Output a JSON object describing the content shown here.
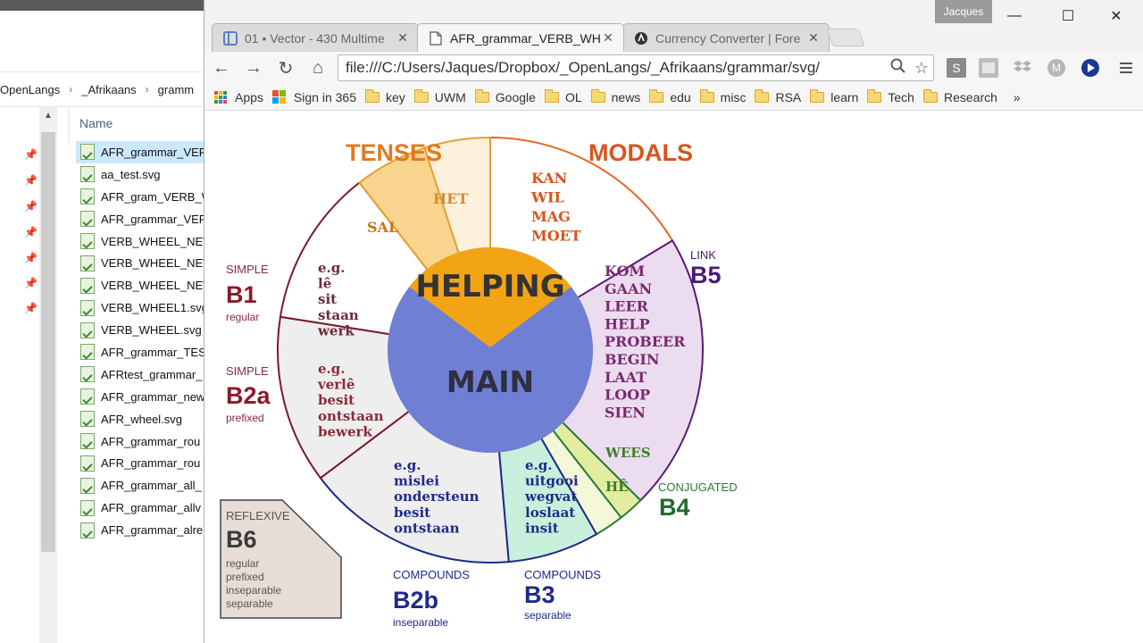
{
  "explorer": {
    "breadcrumb": [
      "OpenLangs",
      "_Afrikaans",
      "gramm"
    ],
    "column_header": "Name",
    "files": [
      "AFR_grammar_VERB",
      "aa_test.svg",
      "AFR_gram_VERB_W",
      "AFR_grammar_VER",
      "VERB_WHEEL_NEW",
      "VERB_WHEEL_NEW",
      "VERB_WHEEL_NEW",
      "VERB_WHEEL1.svg",
      "VERB_WHEEL.svg",
      "AFR_grammar_TES",
      "AFRtest_grammar_",
      "AFR_grammar_new",
      "AFR_wheel.svg",
      "AFR_grammar_rou",
      "AFR_grammar_rou",
      "AFR_grammar_all_",
      "AFR_grammar_allv",
      "AFR_grammar_alre"
    ]
  },
  "browser": {
    "profile_name": "Jacques",
    "tabs": [
      {
        "title": "01 • Vector - 430 Multime",
        "icon": "grid-icon"
      },
      {
        "title": "AFR_grammar_VERB_WHE",
        "icon": "document-icon"
      },
      {
        "title": "Currency Converter | Fore",
        "icon": "currency-icon"
      }
    ],
    "url": "file:///C:/Users/Jaques/Dropbox/_OpenLangs/_Afrikaans/grammar/svg/",
    "bookmarks": [
      "Apps",
      "Sign in 365",
      "key",
      "UWM",
      "Google",
      "OL",
      "news",
      "edu",
      "misc",
      "RSA",
      "learn",
      "Tech",
      "Research"
    ],
    "bookmarks_more": "»"
  },
  "wheel": {
    "title_tenses": "TENSES",
    "title_modals": "MODALS",
    "helping": "HELPING",
    "main": "MAIN",
    "tense_sal": "SAL",
    "tense_het": "HET",
    "modals": [
      "KAN",
      "WIL",
      "MAG",
      "MOET"
    ],
    "b5": {
      "label": "LINK",
      "code": "B5",
      "verbs": [
        "KOM",
        "GAAN",
        "LEER",
        "HELP",
        "PROBEER",
        "BEGIN",
        "LAAT",
        "LOOP",
        "SIEN"
      ]
    },
    "b4": {
      "label": "CONJUGATED",
      "code": "B4",
      "verbs": [
        "WEES",
        "HÊ"
      ]
    },
    "b1": {
      "label": "SIMPLE",
      "code": "B1",
      "sub": "regular",
      "examples": [
        "e.g.",
        "lê",
        "sit",
        "staan",
        "werk"
      ]
    },
    "b2a": {
      "label": "SIMPLE",
      "code": "B2a",
      "sub": "prefixed",
      "examples": [
        "e.g.",
        "verlê",
        "besit",
        "ontstaan",
        "bewerk"
      ]
    },
    "b2b": {
      "label": "COMPOUNDS",
      "code": "B2b",
      "sub": "inseparable",
      "examples": [
        "e.g.",
        "mislei",
        "ondersteun",
        "besit",
        "ontstaan"
      ]
    },
    "b3": {
      "label": "COMPOUNDS",
      "code": "B3",
      "sub": "separable",
      "examples": [
        "e.g.",
        "uitgooi",
        "wegvat",
        "loslaat",
        "insit"
      ]
    },
    "b6": {
      "label": "REFLEXIVE",
      "code": "B6",
      "subs": [
        "regular",
        "prefixed",
        "inseparable",
        "separable"
      ]
    }
  },
  "colors": {
    "tense_fill": "#f9d48f",
    "het_fill": "#fdf0dd",
    "helping_fill": "#f2a414",
    "main_fill": "#6e7fd4",
    "link_fill": "#ecdcf0",
    "conj_fill": "#e2eda0",
    "b3_fill": "#c8f0dc",
    "b2_fill": "#eeeeee",
    "reflexive_fill": "#e8ddd6",
    "tense_text": "#e27a1f",
    "modal_text": "#d9541c"
  }
}
